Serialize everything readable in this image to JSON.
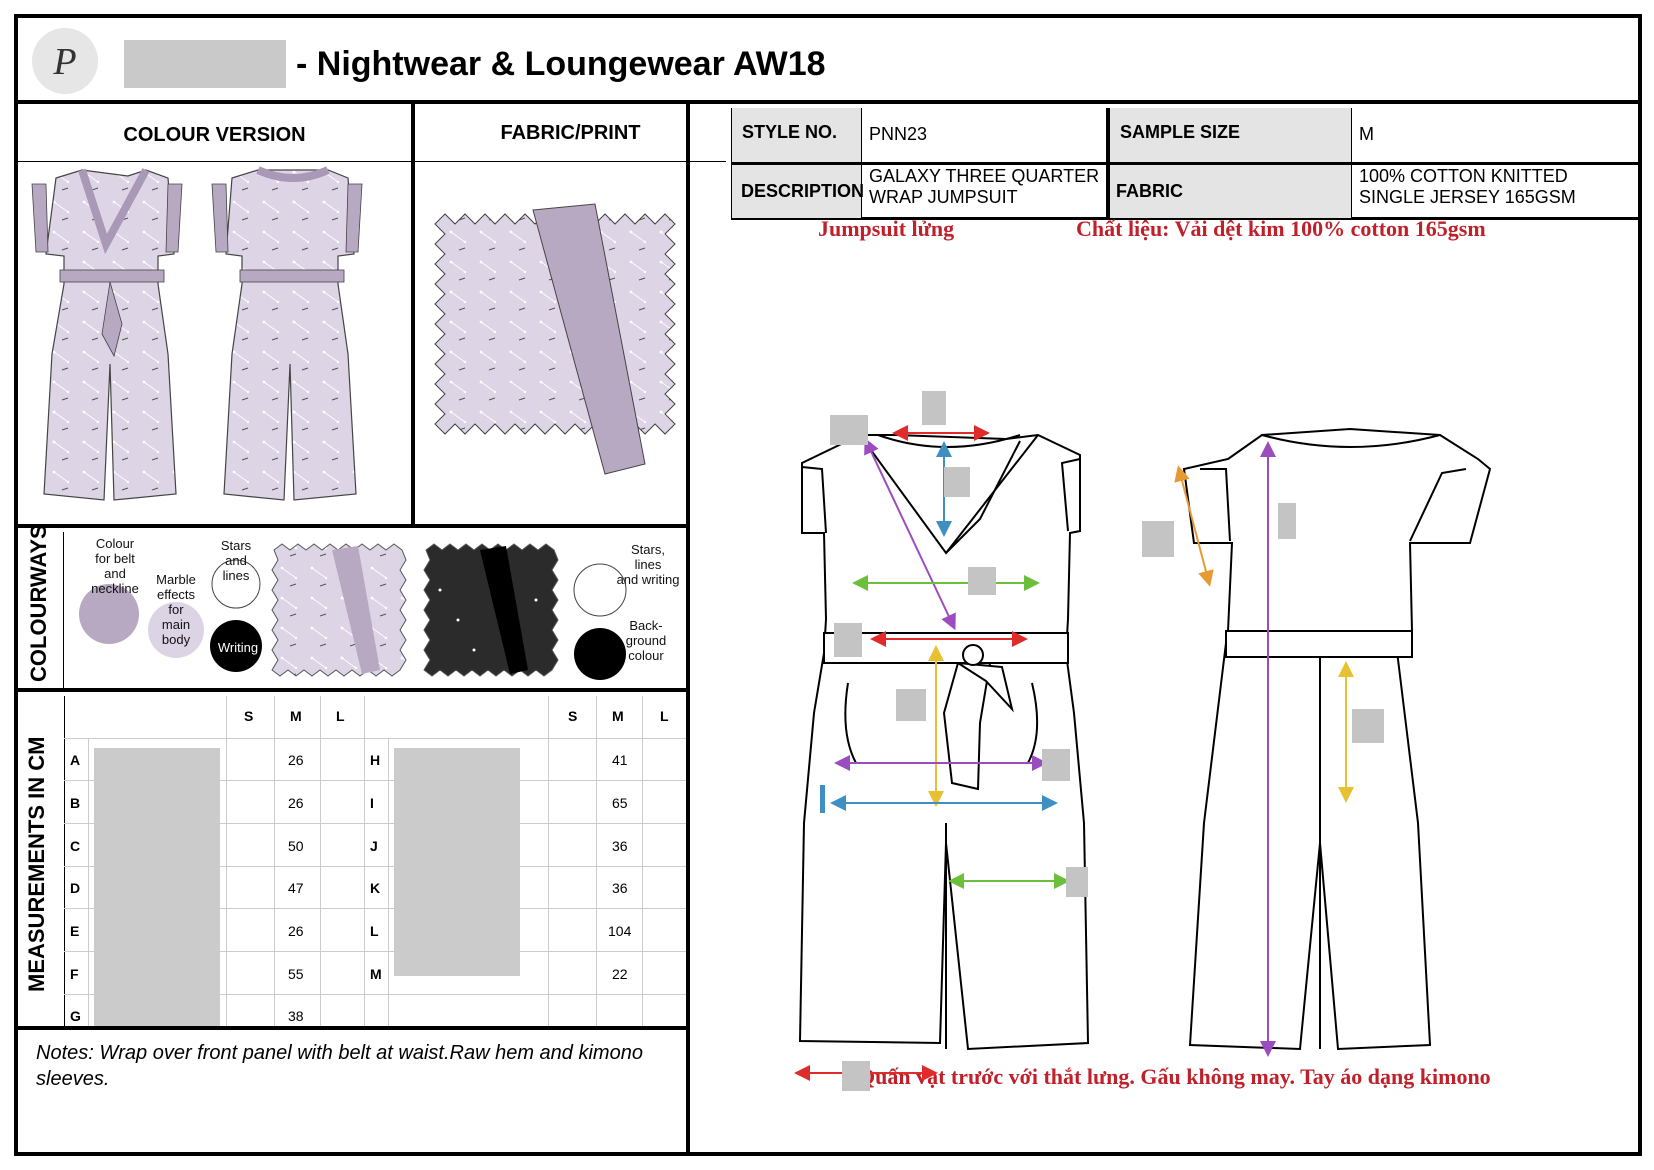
{
  "header": {
    "logo_text": "P",
    "title": "- Nightwear & Loungewear AW18"
  },
  "colour_version": {
    "heading": "COLOUR VERSION"
  },
  "fabric_print": {
    "heading": "FABRIC/PRINT"
  },
  "spec": {
    "style_no_label": "STYLE NO.",
    "style_no": "PNN23",
    "sample_size_label": "SAMPLE SIZE",
    "sample_size": "M",
    "description_label": "DESCRIPTION",
    "description_line1": "GALAXY THREE QUARTER",
    "description_line2": "WRAP JUMPSUIT",
    "fabric_label": "FABRIC",
    "fabric_line1": "100% COTTON KNITTED",
    "fabric_line2": "SINGLE JERSEY 165GSM"
  },
  "annotations": {
    "jumpsuit": "Jumpsuit lửng",
    "material": "Chất liệu: Vải dệt kim 100% cotton 165gsm",
    "footer": "Quấn vạt trước với thắt lưng. Gấu không may. Tay áo dạng kimono"
  },
  "colourways": {
    "heading": "COLOURWAYS",
    "belt_label": [
      "Colour",
      "for belt",
      "and",
      "neckline"
    ],
    "marble_label": [
      "Marble",
      "effects",
      "for",
      "main",
      "body"
    ],
    "stars_label": [
      "Stars",
      "and",
      "lines"
    ],
    "writing_label": "Writing",
    "stars2_label": [
      "Stars,",
      "lines",
      "and writing"
    ],
    "background_label": [
      "Back-",
      "ground",
      "colour"
    ],
    "colors": {
      "lilac": "#b8a9c3",
      "marble": "#dcd3e4",
      "black": "#000000",
      "white": "#ffffff",
      "dark": "#2b2b2b"
    }
  },
  "measurements": {
    "heading": "MEASUREMENTS IN CM",
    "size_headers": [
      "S",
      "M",
      "L"
    ],
    "left_rows": [
      {
        "code": "A",
        "m": "26"
      },
      {
        "code": "B",
        "m": "26"
      },
      {
        "code": "C",
        "m": "50"
      },
      {
        "code": "D",
        "m": "47"
      },
      {
        "code": "E",
        "m": "26"
      },
      {
        "code": "F",
        "m": "55"
      },
      {
        "code": "G",
        "m": "38"
      }
    ],
    "right_rows": [
      {
        "code": "H",
        "m": "41"
      },
      {
        "code": "I",
        "m": "65"
      },
      {
        "code": "J",
        "m": "36"
      },
      {
        "code": "K",
        "m": "36"
      },
      {
        "code": "L",
        "m": "104"
      },
      {
        "code": "M",
        "m": "22"
      }
    ]
  },
  "notes": "Notes: Wrap over front panel with belt at waist.Raw hem and kimono sleeves."
}
